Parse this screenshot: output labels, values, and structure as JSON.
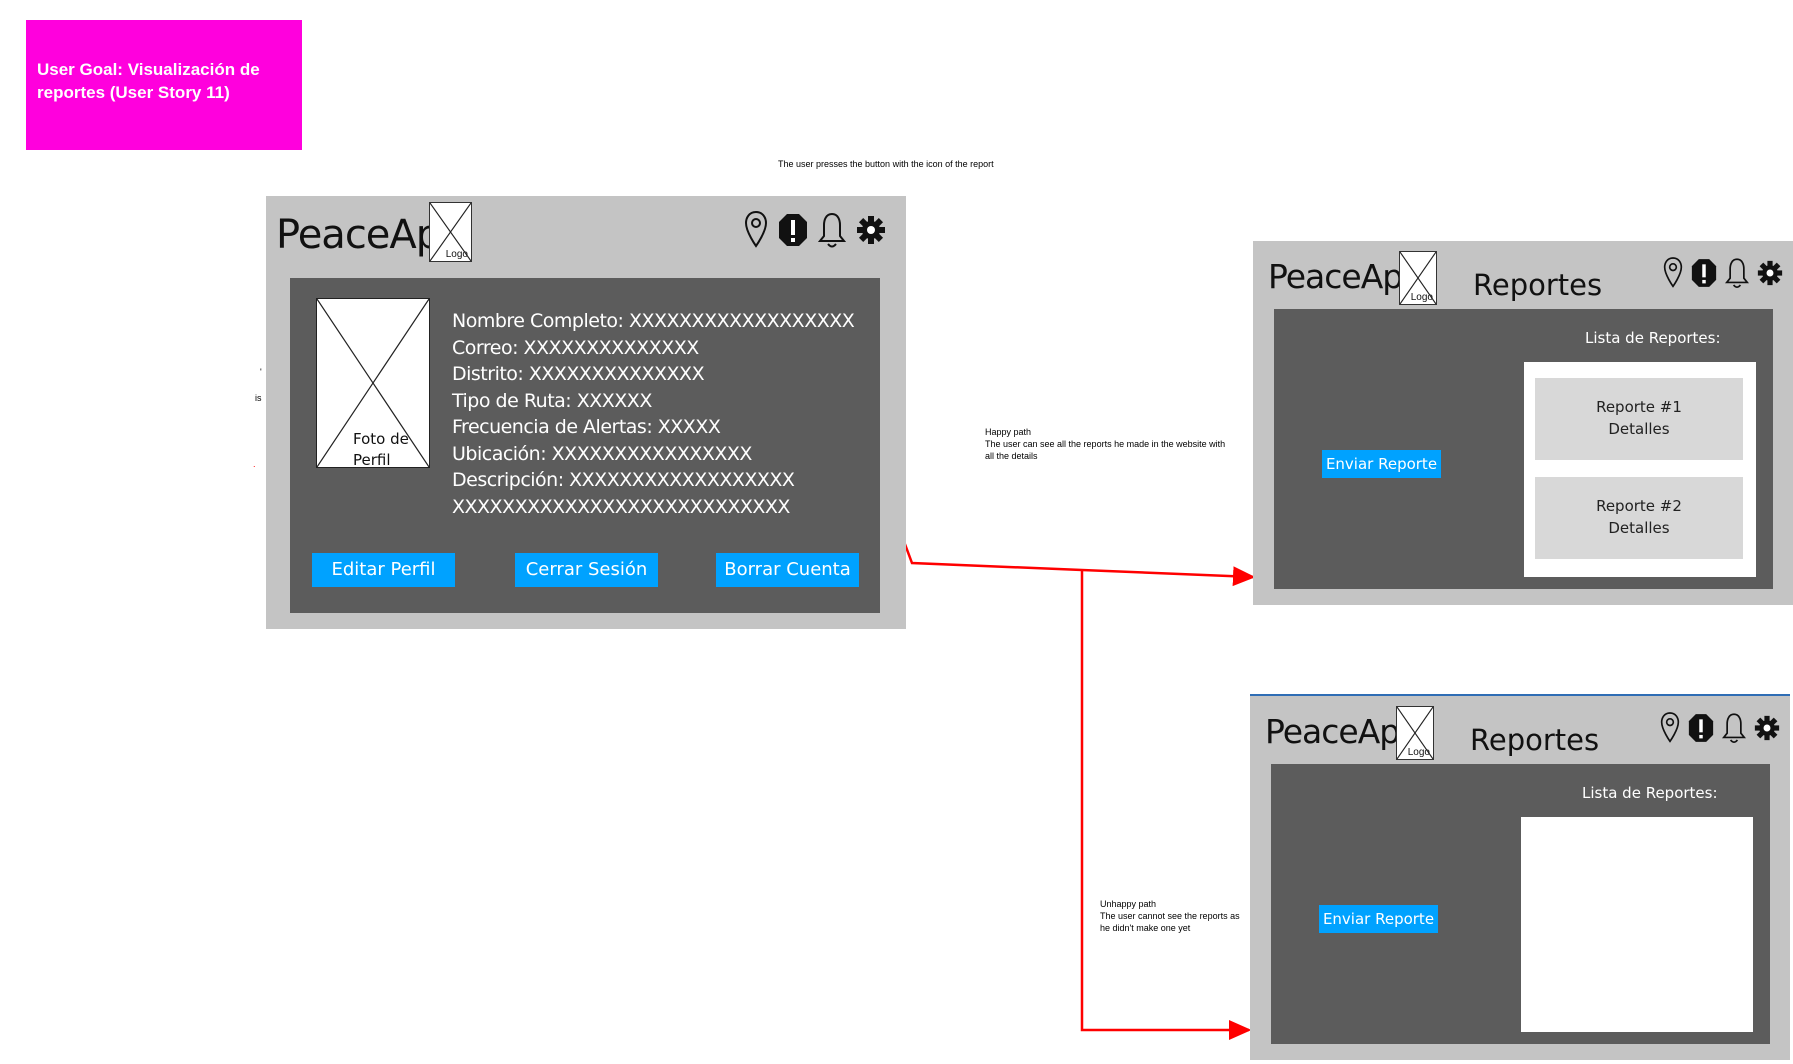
{
  "goal": {
    "text": "User Goal: Visualización de reportes (User Story 11)"
  },
  "notes": {
    "press_report": "The user presses the button with the icon of the report",
    "happy_title": "Happy path",
    "happy_desc": "The user can see all the reports he made in the website with all the details",
    "unhappy_title": "Unhappy path",
    "unhappy_desc": "The user cannot see the reports as he didn't make one yet"
  },
  "profile_screen": {
    "app_name": "PeaceApp",
    "logo_label": "Logo",
    "photo_label": "Foto de Perfil",
    "fields": [
      "Nombre Completo: XXXXXXXXXXXXXXXXXX",
      "Correo: XXXXXXXXXXXXXX",
      "Distrito: XXXXXXXXXXXXXX",
      "Tipo de Ruta: XXXXXX",
      "Frecuencia de Alertas: XXXXX",
      "Ubicación: XXXXXXXXXXXXXXXX",
      "Descripción: XXXXXXXXXXXXXXXXXX",
      "XXXXXXXXXXXXXXXXXXXXXXXXXXX"
    ],
    "buttons": {
      "edit": "Editar Perfil",
      "logout": "Cerrar Sesión",
      "delete": "Borrar Cuenta"
    }
  },
  "reports_screen_happy": {
    "app_name": "PeaceApp",
    "logo_label": "Logo",
    "title": "Reportes",
    "send_button": "Enviar Reporte",
    "list_title": "Lista de Reportes:",
    "reports": [
      {
        "name": "Reporte #1",
        "details": "Detalles"
      },
      {
        "name": "Reporte #2",
        "details": "Detalles"
      }
    ]
  },
  "reports_screen_unhappy": {
    "app_name": "PeaceApp",
    "logo_label": "Logo",
    "title": "Reportes",
    "send_button": "Enviar Reporte",
    "list_title": "Lista de Reportes:"
  },
  "icons": [
    "location-pin-icon",
    "report-alert-icon",
    "bell-icon",
    "gear-icon"
  ],
  "colors": {
    "goal_bg": "#ff00dd",
    "frame": "#c4c4c4",
    "panel": "#5c5c5c",
    "button": "#00a2ff",
    "arrow": "#ff0000"
  }
}
